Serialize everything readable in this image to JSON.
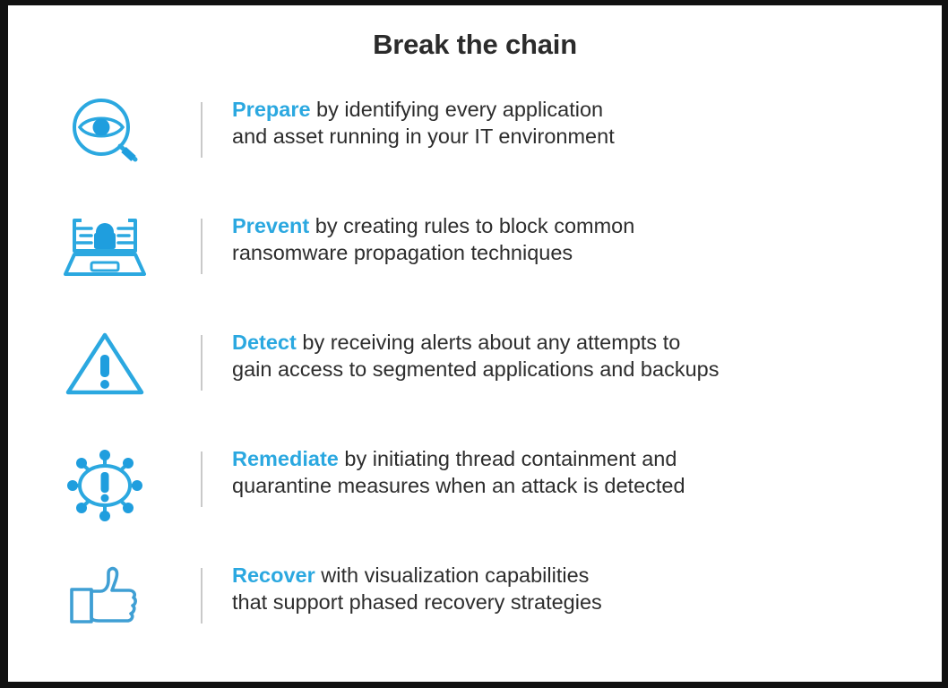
{
  "title": "Break the chain",
  "colors": {
    "accent": "#2ba8e0",
    "text": "#2d2d2d",
    "divider": "#c9c9c9",
    "frame": "#111111",
    "background": "#ffffff"
  },
  "steps": [
    {
      "icon": "eye-magnifier-icon",
      "keyword": "Prepare",
      "body": " by identifying every application\nand asset running in your IT environment"
    },
    {
      "icon": "laptop-lock-icon",
      "keyword": "Prevent",
      "body": " by creating rules to block common\nransomware propagation techniques"
    },
    {
      "icon": "warning-triangle-icon",
      "keyword": "Detect",
      "body": " by receiving alerts about any attempts to\ngain access to segmented applications and backups"
    },
    {
      "icon": "virus-alert-icon",
      "keyword": "Remediate",
      "body": " by initiating thread containment and\nquarantine measures when an attack is detected"
    },
    {
      "icon": "thumbs-up-icon",
      "keyword": "Recover",
      "body": " with visualization capabilities\nthat support phased recovery strategies"
    }
  ]
}
